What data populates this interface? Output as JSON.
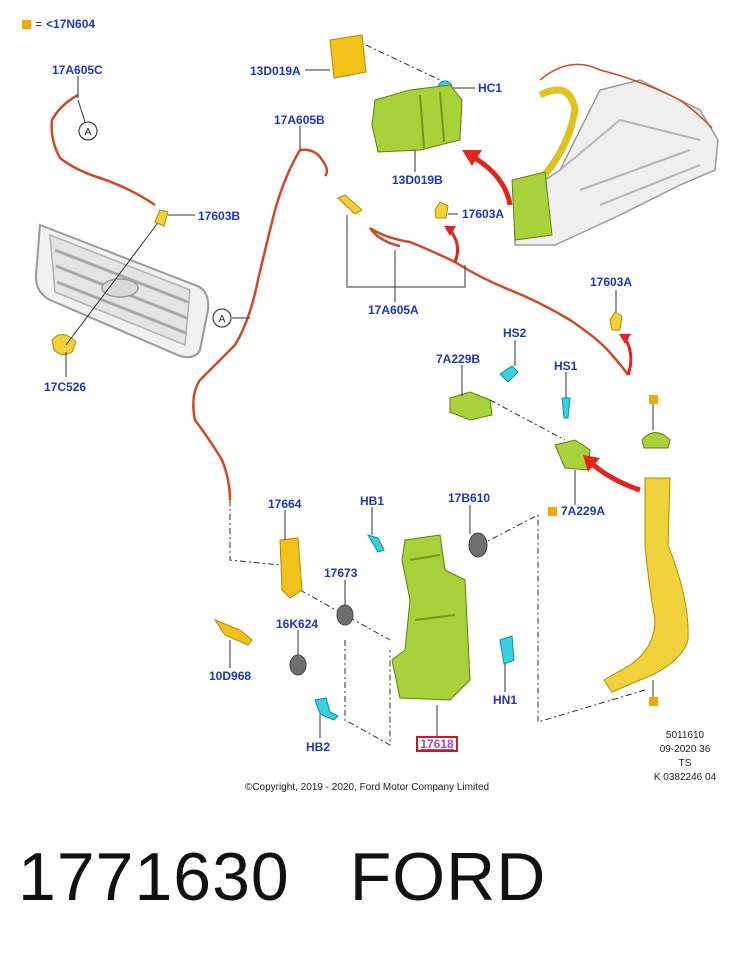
{
  "legend": {
    "symbol": "■",
    "equals": "=",
    "text": "<17N604"
  },
  "callouts": {
    "c17A605C": "17A605C",
    "c13D019A": "13D019A",
    "cHC1": "HC1",
    "c17A605B": "17A605B",
    "c13D019B": "13D019B",
    "c17603B": "17603B",
    "c17603A_top": "17603A",
    "c17A605A": "17A605A",
    "c17603A_right": "17603A",
    "c17C526": "17C526",
    "cHS2": "HS2",
    "c7A229B": "7A229B",
    "cHS1": "HS1",
    "c7A229A": "7A229A",
    "c17664": "17664",
    "cHB1": "HB1",
    "c17B610": "17B610",
    "c17673": "17673",
    "c16K624": "16K624",
    "c10D968": "10D968",
    "cHN1": "HN1",
    "cHB2": "HB2",
    "c17618": "17618"
  },
  "circle_marks": [
    "A",
    "A"
  ],
  "meta": {
    "line1": "5011610",
    "line2": "09-2020 36",
    "line3": "TS",
    "line4": "K 0382246 04"
  },
  "copyright": "©Copyright, 2019 - 2020, Ford Motor Company Limited",
  "bottom": {
    "part_number": "1771630",
    "brand": "FORD"
  },
  "colors": {
    "label": "#1d35c4",
    "hose": "#cc4a25",
    "part_green": "#a9d13a",
    "part_yellow": "#f2d23a",
    "arrow": "#e2241f",
    "highlight": "#d0171b"
  }
}
